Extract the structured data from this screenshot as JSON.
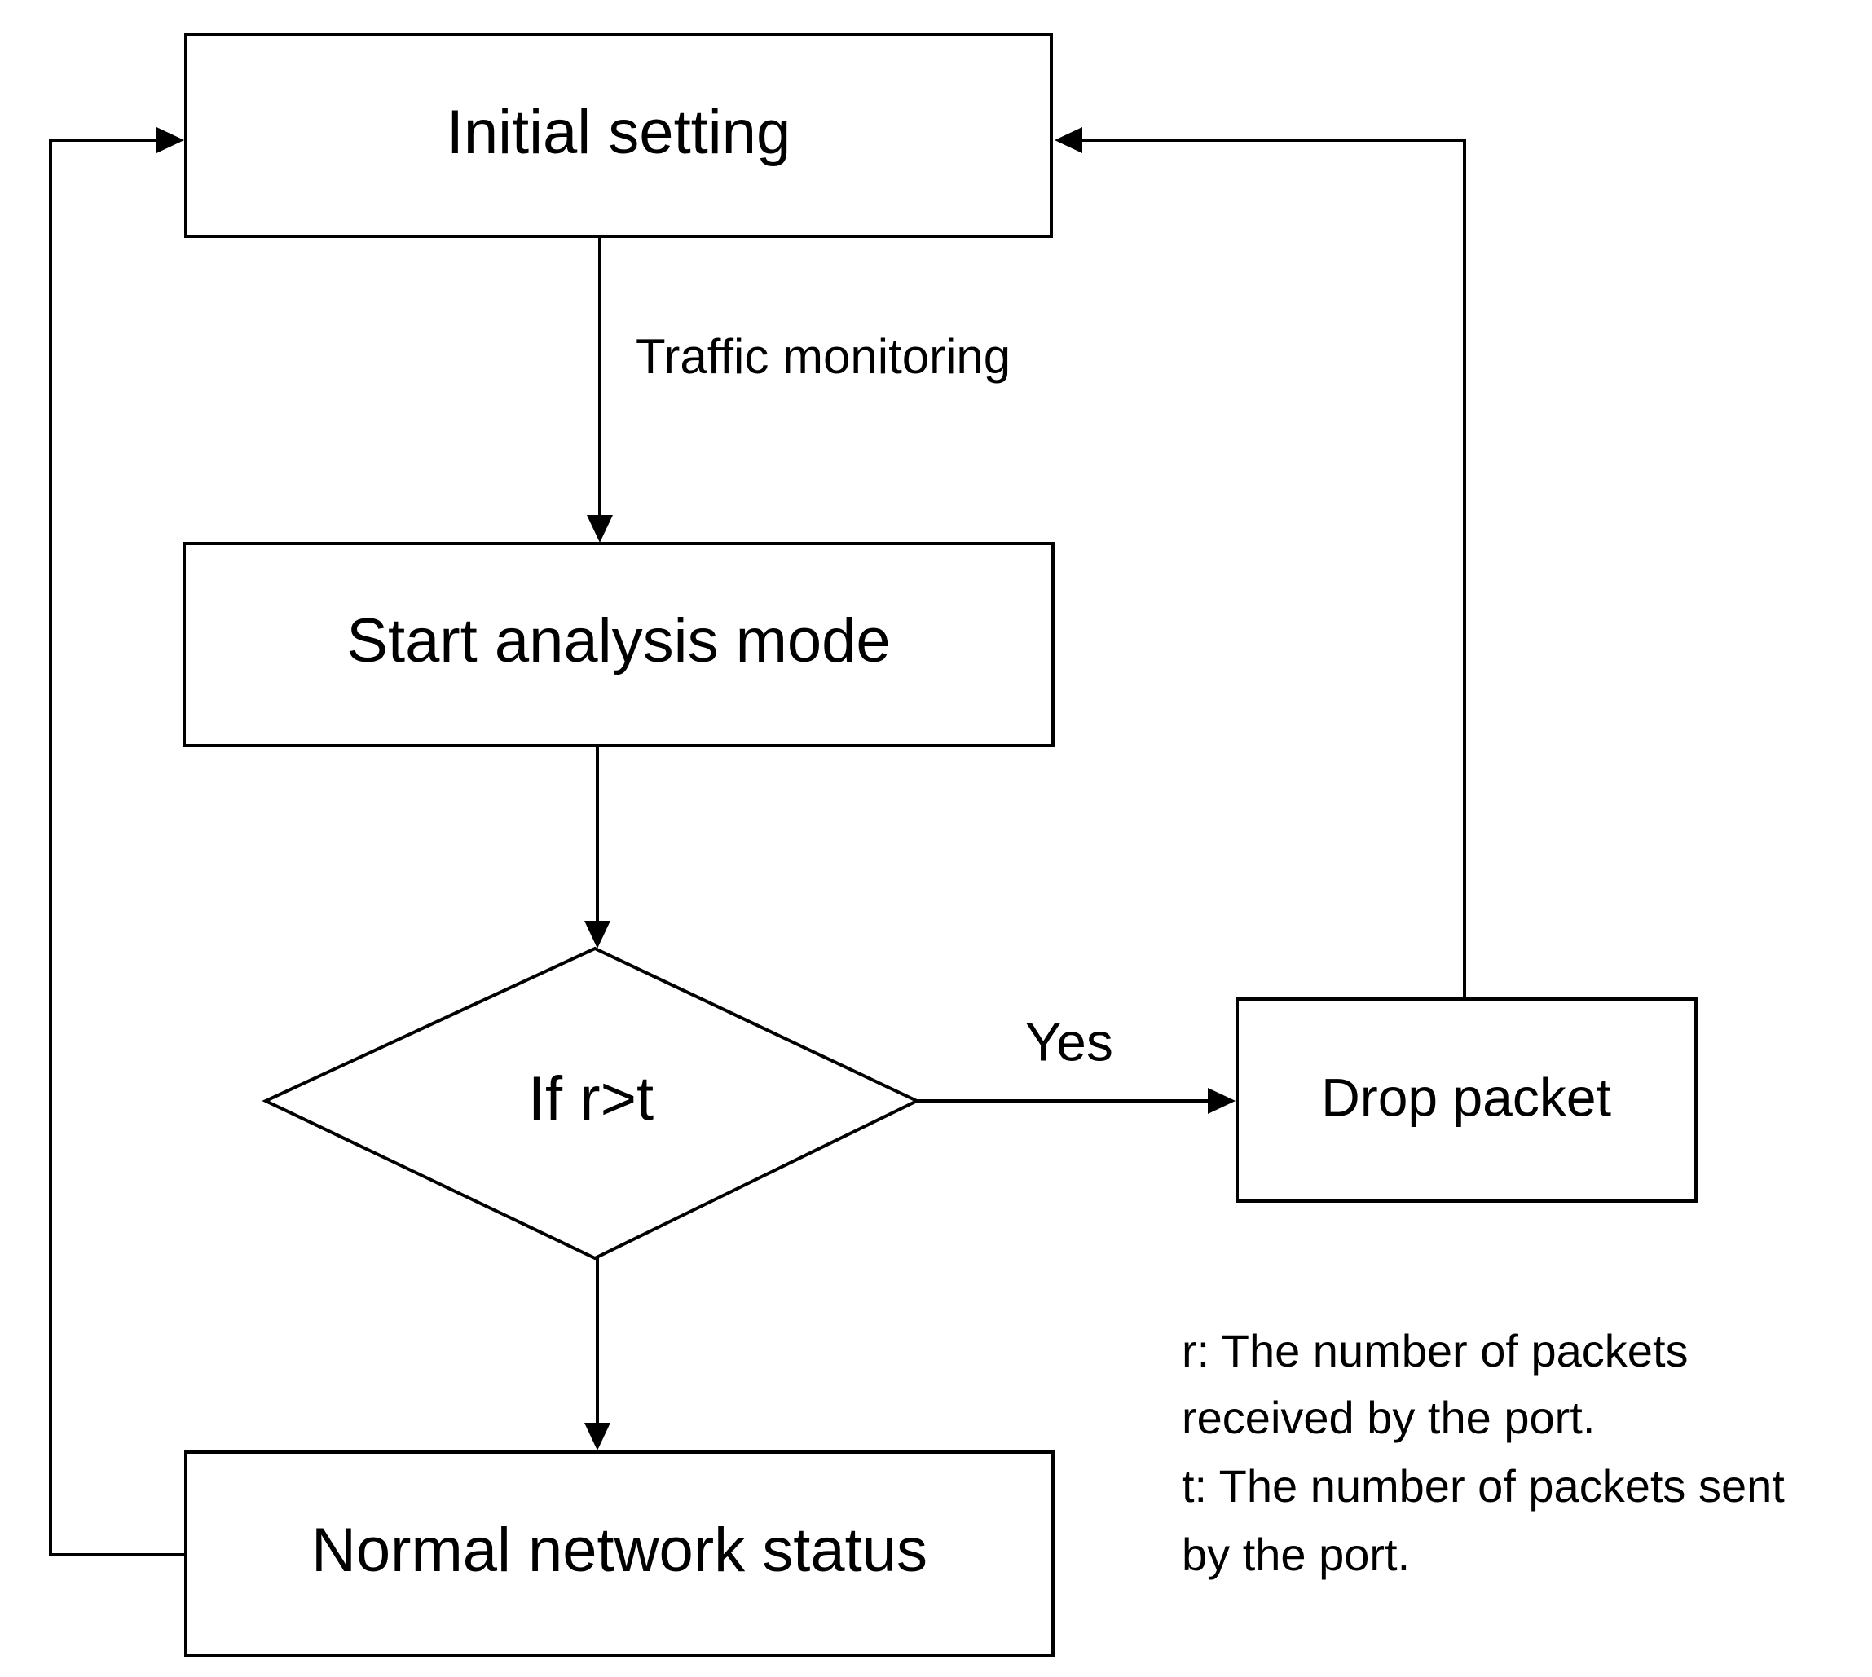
{
  "nodes": {
    "initial_setting": "Initial setting",
    "start_analysis": "Start analysis mode",
    "decision": "If r>t",
    "drop_packet": "Drop packet",
    "normal_status": "Normal network status"
  },
  "edges": {
    "traffic_monitoring": "Traffic monitoring",
    "yes": "Yes"
  },
  "legend": {
    "r_line1": "r: The number of packets",
    "r_line2": "received by the port.",
    "t_line1": "t: The number of packets sent",
    "t_line2": "by the port."
  }
}
